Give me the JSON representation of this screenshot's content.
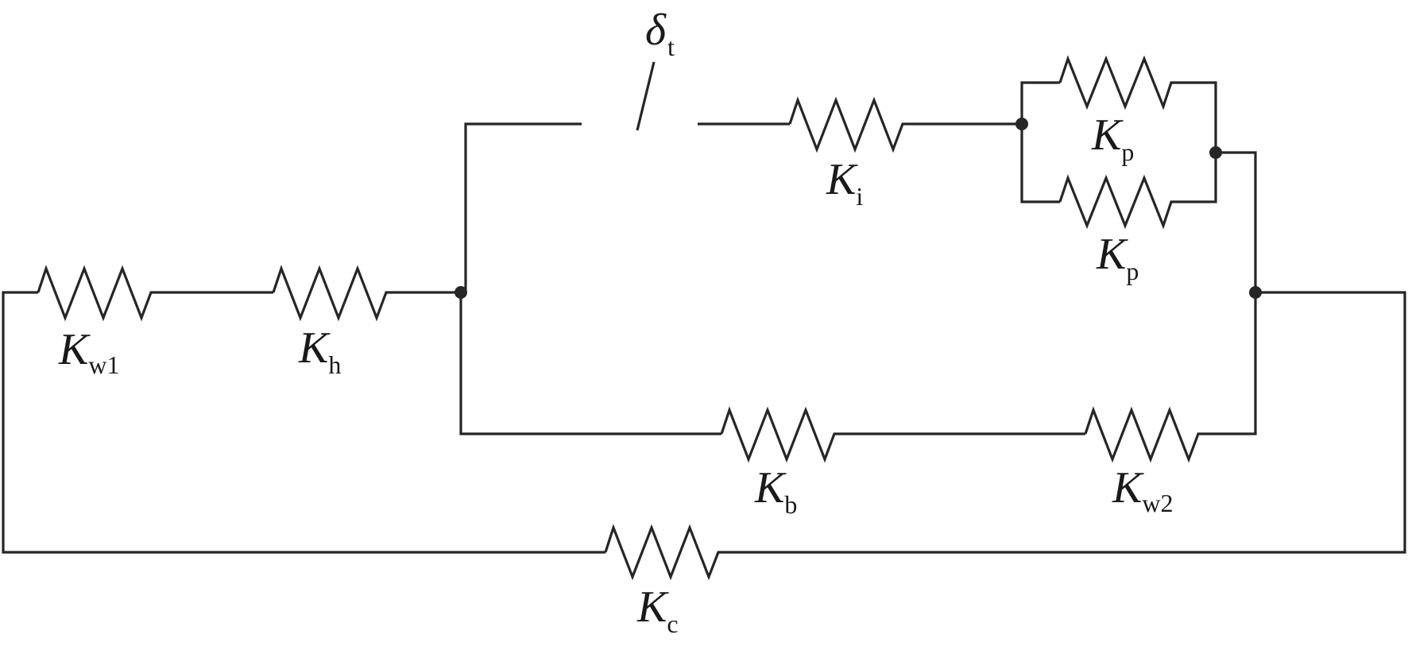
{
  "diagram": {
    "gap_label": {
      "main": "δ",
      "sub": "t"
    },
    "springs": {
      "kw1": {
        "main": "K",
        "sub": "w1"
      },
      "kh": {
        "main": "K",
        "sub": "h"
      },
      "ki": {
        "main": "K",
        "sub": "i"
      },
      "kp_top": {
        "main": "K",
        "sub": "p"
      },
      "kp_bottom": {
        "main": "K",
        "sub": "p"
      },
      "kb": {
        "main": "K",
        "sub": "b"
      },
      "kw2": {
        "main": "K",
        "sub": "w2"
      },
      "kc": {
        "main": "K",
        "sub": "c"
      }
    }
  }
}
